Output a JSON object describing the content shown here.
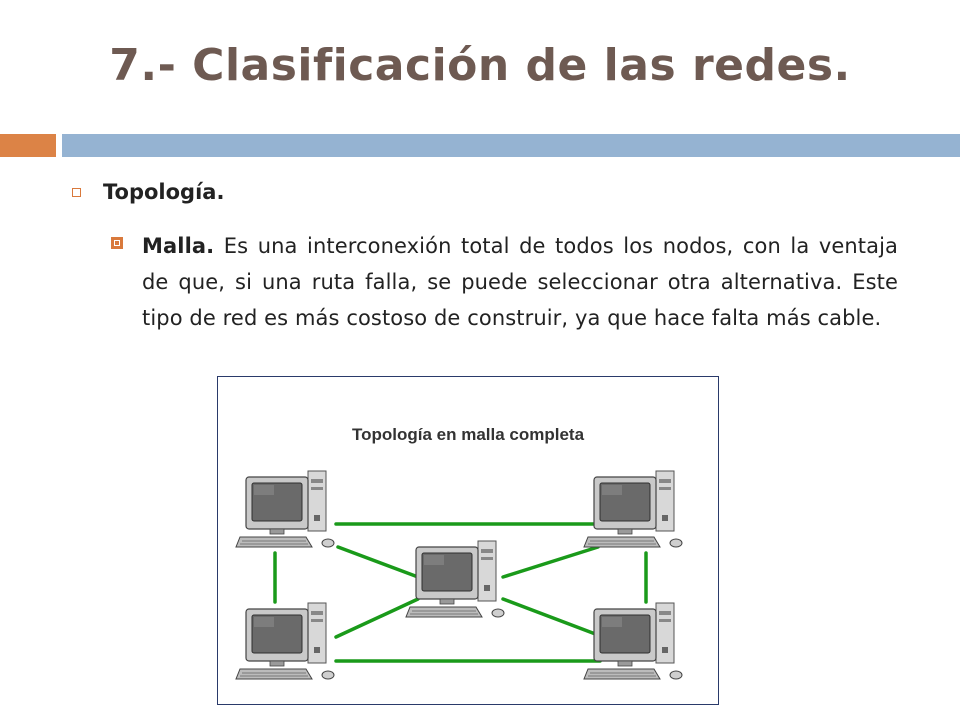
{
  "slide": {
    "title": "7.- Clasificación de las redes.",
    "bullet1": "Topología.",
    "bullet2_bold": "Malla.",
    "bullet2_text": " Es una interconexión total de todos los nodos, con la ventaja de que, si una ruta falla, se puede seleccionar otra alternativa. Este tipo de red es más costoso de construir, ya que hace falta más cable."
  },
  "figure": {
    "caption": "Topología en malla completa",
    "link_color": "#1a9a1a"
  },
  "colors": {
    "title": "#6e5a52",
    "accent_orange": "#dc8346",
    "accent_blue": "#95b3d2"
  }
}
